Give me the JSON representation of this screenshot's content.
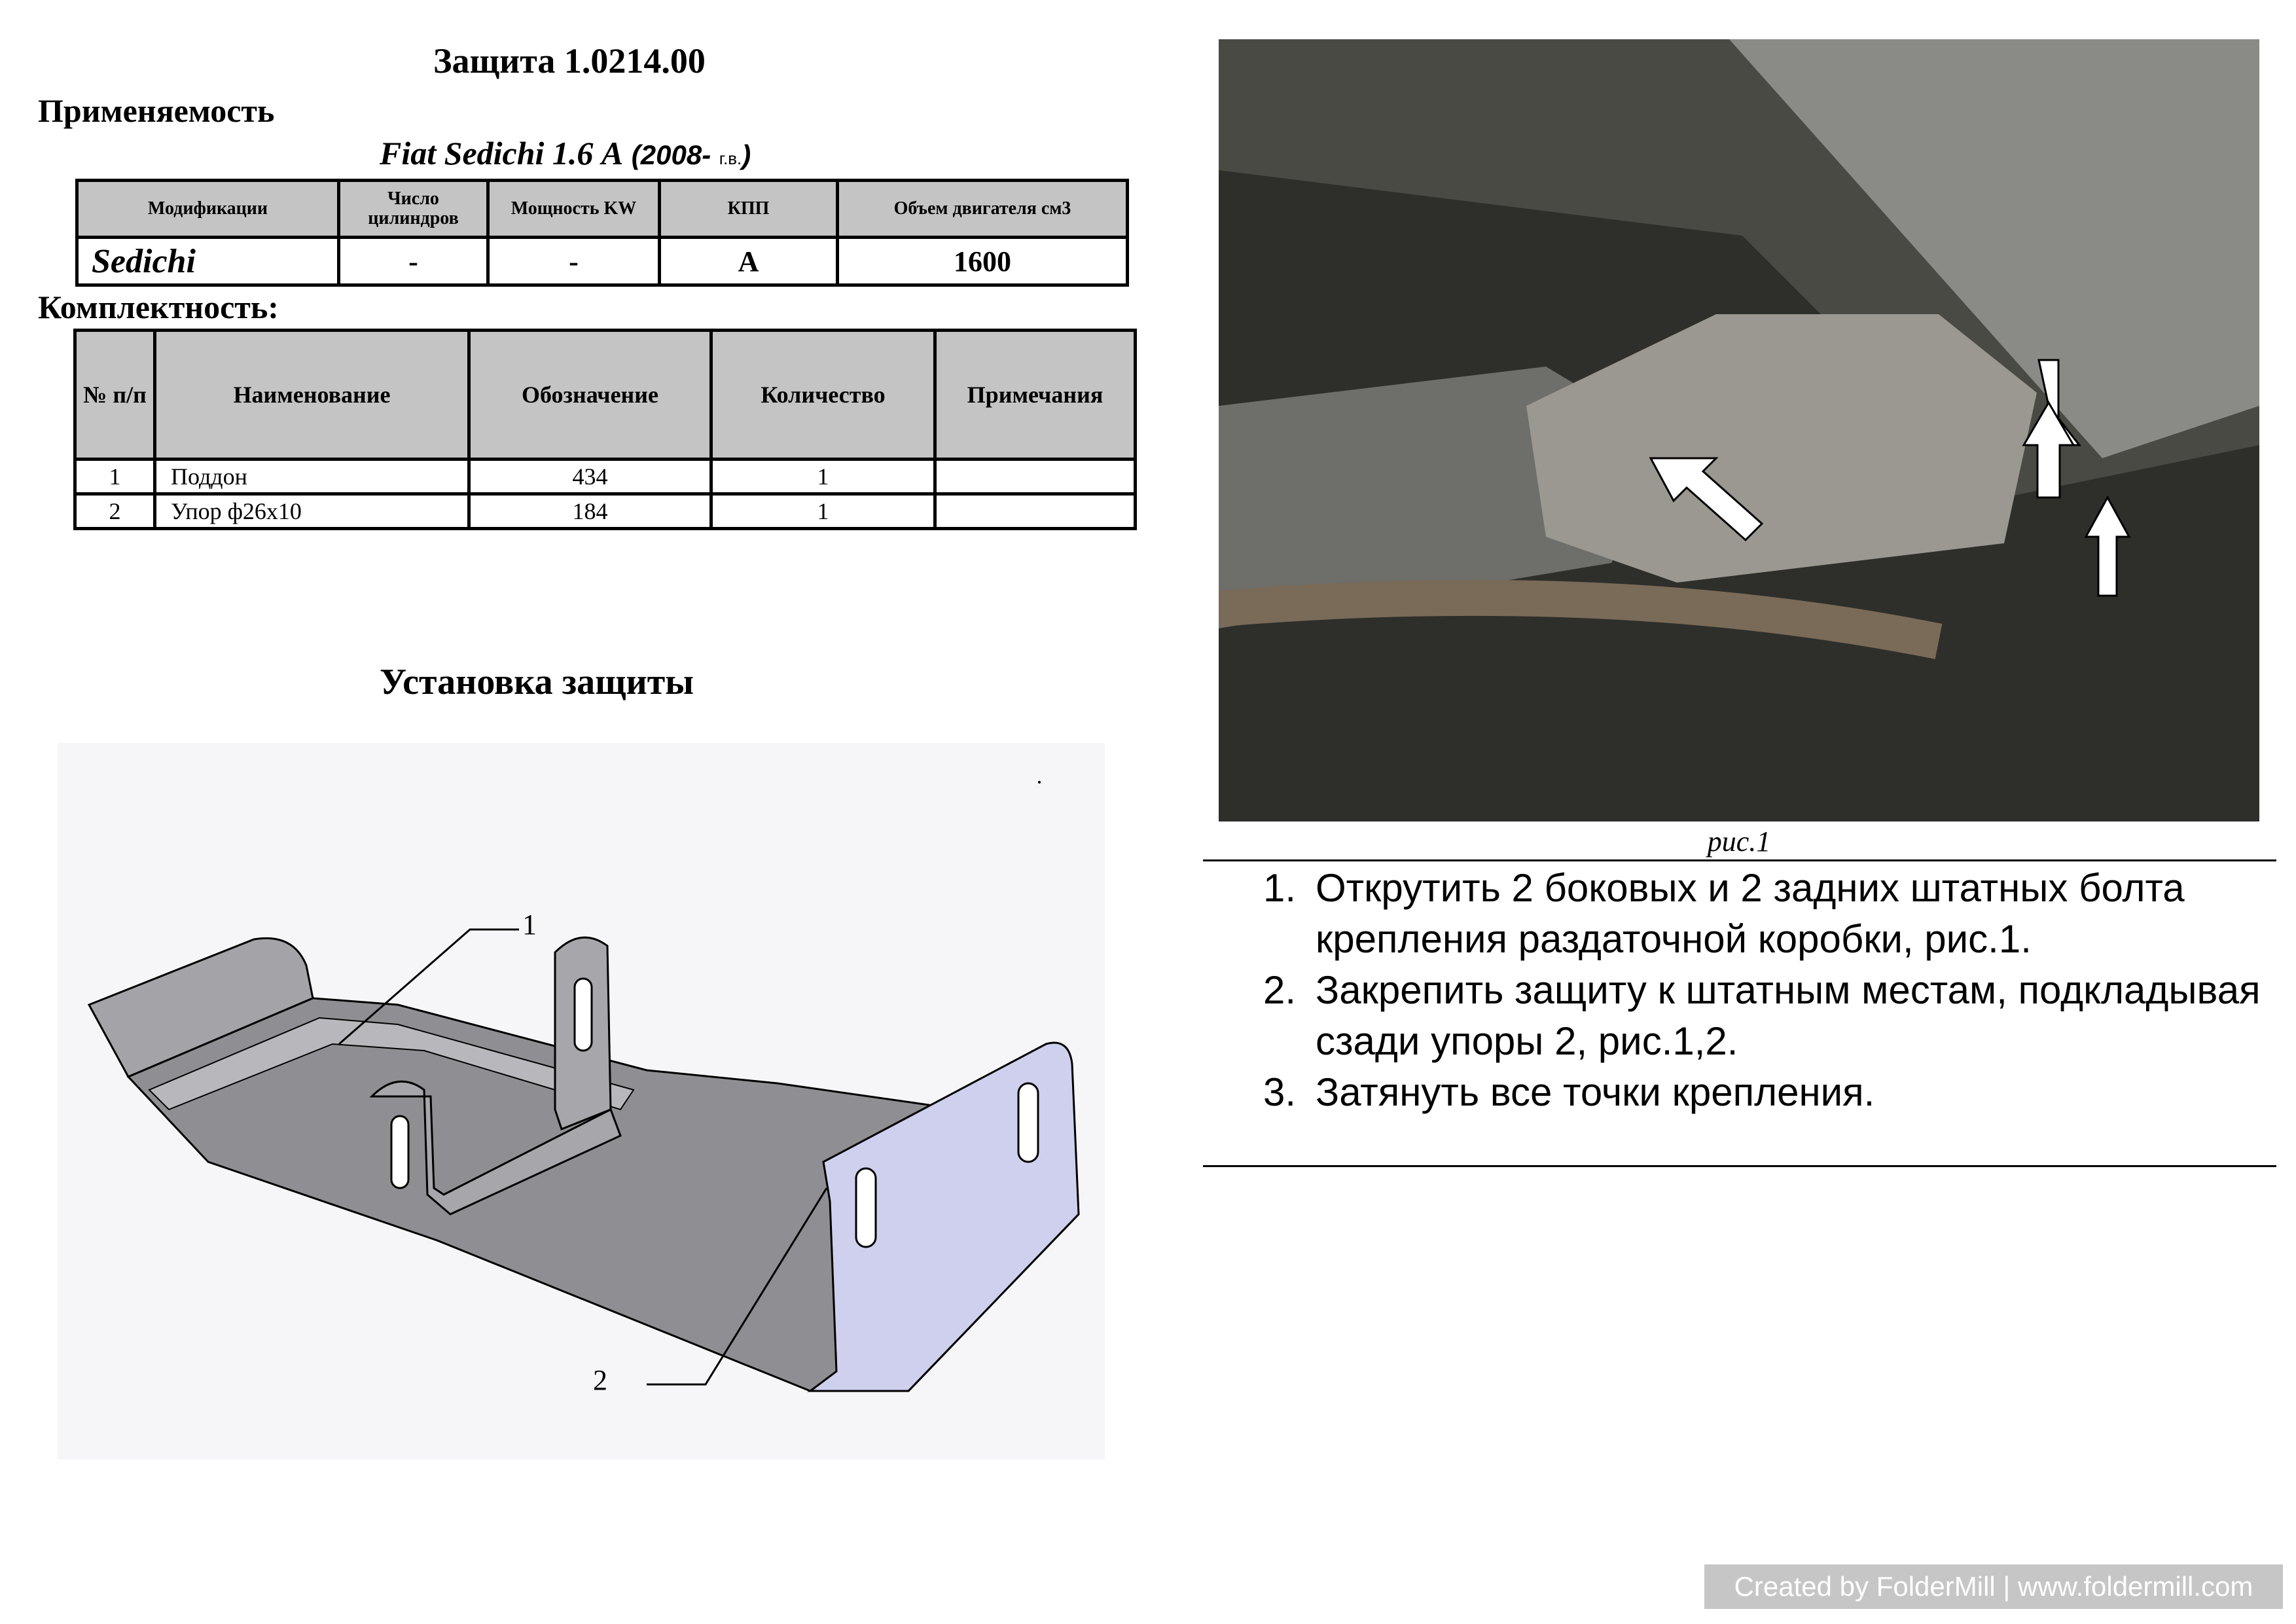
{
  "doc_title": "Защита 1.0214.00",
  "applicability": {
    "heading": "Применяемость",
    "vehicle": "Fiat Sedichi  1.6 А",
    "years": "2008-",
    "years_suffix": "г.в.",
    "open_bracket": "(",
    "close_bracket": ")"
  },
  "modifications_table": {
    "headers": [
      "Модификации",
      "Число цилиндров",
      "Мощность KW",
      "КПП",
      "Объем двигателя см3"
    ],
    "rows": [
      [
        "Sedichi",
        "-",
        "-",
        "А",
        "1600"
      ]
    ]
  },
  "kit": {
    "heading": "Комплектность:",
    "headers": [
      "№ п/п",
      "Наименование",
      "Обозначение",
      "Количество",
      "Примечания"
    ],
    "rows": [
      [
        "1",
        "Поддон",
        "434",
        "1",
        ""
      ],
      [
        "2",
        "Упор ф26х10",
        "184",
        "1",
        ""
      ]
    ]
  },
  "install_heading": "Установка защиты",
  "drawing": {
    "callout_1": "1",
    "callout_2": "2"
  },
  "photo": {
    "caption": "рис.1"
  },
  "steps": [
    {
      "num": "1.",
      "text": "Открутить 2 боковых и 2 задних штатных болта крепления раздаточной коробки, рис.1."
    },
    {
      "num": "2.",
      "text": "Закрепить защиту к штатным местам, подкладывая сзади упоры 2, рис.1,2."
    },
    {
      "num": "3.",
      "text": "Затянуть все точки крепления."
    }
  ],
  "watermark": "Created by FolderMill | www.foldermill.com",
  "colors": {
    "table_header_bg": "#c4c4c4",
    "part_gray": "#8f8f93",
    "part_lavender": "#cfcfee",
    "photo_dark": "#2e2f2a"
  }
}
